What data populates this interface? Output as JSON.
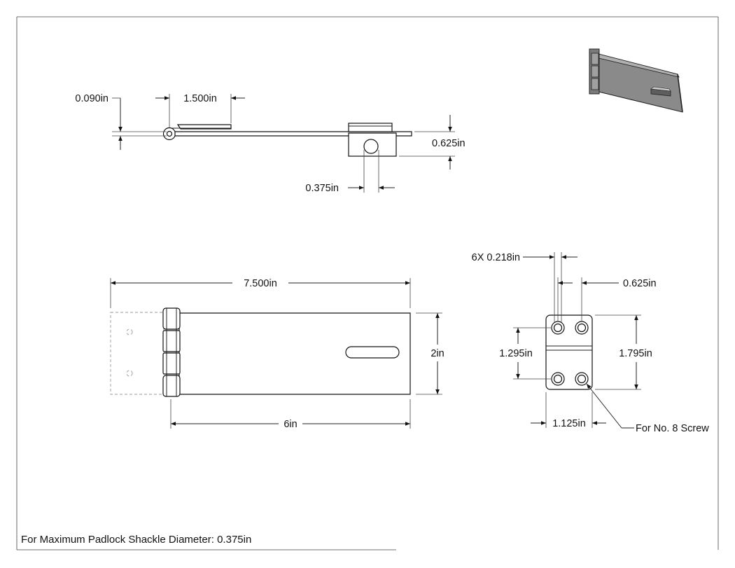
{
  "drawing": {
    "top_view": {
      "thickness": "0.090in",
      "hinge_width": "1.500in",
      "staple_height": "0.625in",
      "shackle_hole": "0.375in"
    },
    "front_view": {
      "overall_length": "7.500in",
      "hasp_length": "6in",
      "width": "2in"
    },
    "staple_view": {
      "holes": "6X 0.218in",
      "hole_spacing_x": "0.625in",
      "hole_spacing_y": "1.295in",
      "height": "1.795in",
      "width": "1.125in",
      "screw_note": "For No. 8 Screw"
    },
    "footer_note": "For Maximum Padlock Shackle Diameter: 0.375in"
  },
  "colors": {
    "line": "#222222",
    "hidden": "#999999",
    "iso_face": "#8a8a8a"
  }
}
